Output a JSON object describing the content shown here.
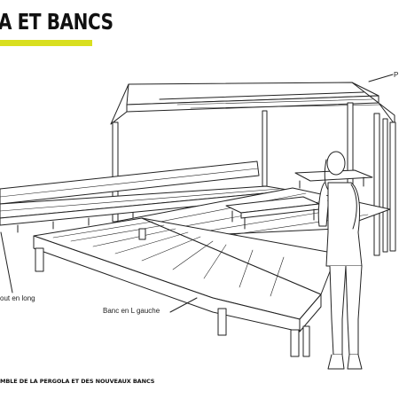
{
  "header": {
    "title": "A ET BANCS",
    "accent_color": "#d9df1f"
  },
  "labels": {
    "left_bench": "out en long",
    "l_bench": "Banc en L gauche",
    "pergola_marker": "P"
  },
  "caption": "MBLE DE LA PERGOLA ET DES NOUVEAUX BANCS"
}
